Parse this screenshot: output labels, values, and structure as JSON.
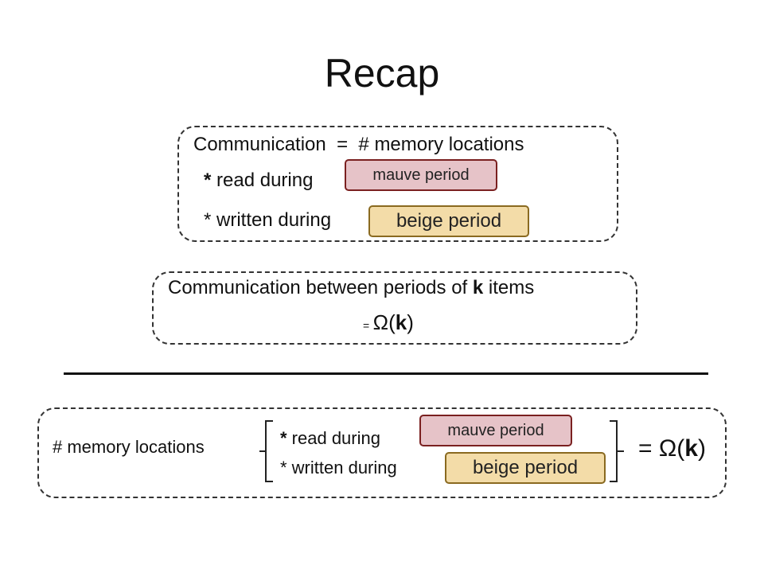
{
  "title": "Recap",
  "box1": {
    "heading": "Communication  =  # memory locations",
    "line1_prefix": "*",
    "line1_text": " read during",
    "line1_tag": "mauve period",
    "line2_text": "* written during",
    "line2_tag": "beige period"
  },
  "box2": {
    "line1_text": "Communication between periods of ",
    "line1_k": "k",
    "line1_suffix": " items",
    "line2_eq": "=",
    "line2_omega": "Ω(",
    "line2_k": "k",
    "line2_close": ")"
  },
  "box3": {
    "label": "# memory locations",
    "line1_prefix": "*",
    "line1_text": " read during",
    "line1_tag": "mauve period",
    "line2_text": "* written during",
    "line2_tag": "beige period",
    "result_eq": "= Ω(",
    "result_k": "k",
    "result_close": ")"
  },
  "colors": {
    "mauve": "#e6c3c8",
    "beige": "#f3dca8",
    "border": "#333333"
  }
}
